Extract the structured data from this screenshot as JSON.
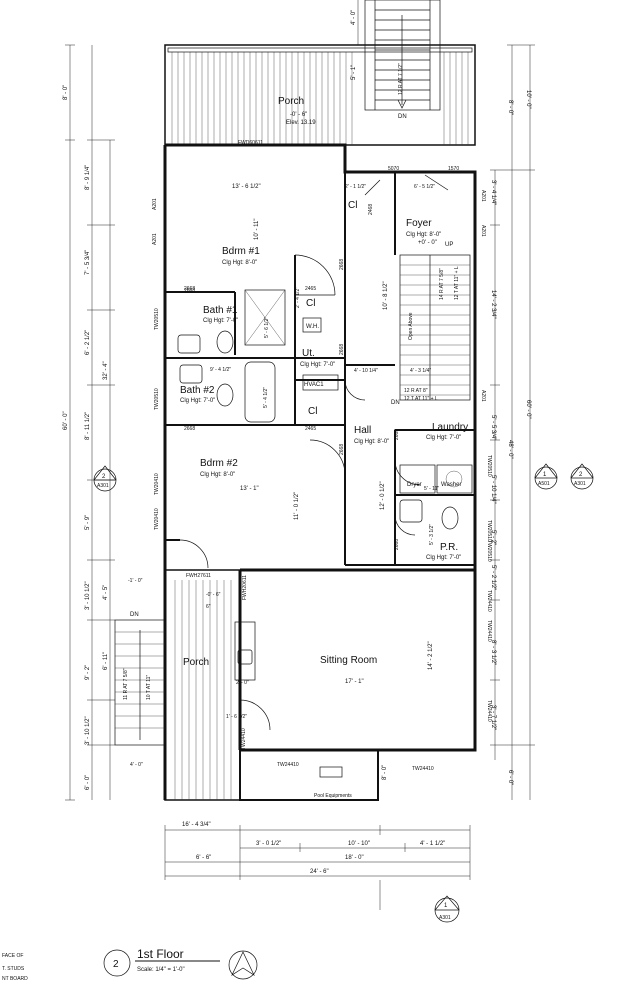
{
  "sheet": {
    "view_number": "2",
    "view_title": "1st Floor",
    "scale": "Scale:  1/4\" = 1'-0\"",
    "notes": [
      "FACE OF",
      "T. STUDS",
      "NT BOARD"
    ],
    "north_arrow": "north-arrow-icon"
  },
  "rooms": {
    "porch_top": {
      "name": "Porch",
      "elev_top": "-0' - 6\"",
      "elev": "Elev. 13.19"
    },
    "bdrm1": {
      "name": "Bdrm #1",
      "clg": "Clg Hgt: 8'-0\""
    },
    "bath1": {
      "name": "Bath #1",
      "clg": "Clg Hgt: 7'-0\""
    },
    "bath2": {
      "name": "Bath #2",
      "clg": "Clg Hgt: 7'-0\""
    },
    "bdrm2": {
      "name": "Bdrm #2",
      "clg": "Clg Hgt: 8'-0\""
    },
    "foyer": {
      "name": "Foyer",
      "clg": "Clg Hgt: 8'-0\"",
      "elev": "+0' - 0\"",
      "up": "UP"
    },
    "hall": {
      "name": "Hall",
      "clg": "Clg Hgt: 8'-0\""
    },
    "laundry": {
      "name": "Laundry",
      "clg": "Clg Hgt: 7'-0\""
    },
    "pr": {
      "name": "P.R.",
      "clg": "Clg Hgt: 7'-0\""
    },
    "ut": {
      "name": "Ut.",
      "clg": "Clg Hgt: 7'-0\""
    },
    "sitting": {
      "name": "Sitting Room"
    },
    "porch_left": {
      "name": "Porch"
    },
    "cl_labels": [
      "Cl",
      "Cl",
      "Cl"
    ],
    "hvac": "HVAC1",
    "wh": "W.H.",
    "dryer": "Dryer",
    "washer": "Washer",
    "open_above": "Open Above",
    "pool_equipments": "Pool Equipments"
  },
  "stairs": {
    "top_run": "12 R AT 7 1/2\"",
    "top_dn": "DN",
    "interior_1": "14 R AT 7 5/8\"",
    "interior_2": "12 T AT 11\" + L",
    "interior_dn": "DN",
    "interior_3": "12 R AT 8\"",
    "interior_4": "12 T AT 11\" + L",
    "left_dn": "DN",
    "left_run": "11 R AT 7 5/8\"",
    "left_run2": "10 T AT 11\""
  },
  "windows": [
    "FWD60611",
    "TW20510",
    "TW20510",
    "TW20410",
    "TW20410",
    "FWH27611",
    "FWH20611",
    "TW24410",
    "TW24410",
    "TW24410",
    "TW24410",
    "TW20510",
    "TW20510",
    "TW20510",
    "TW24410",
    "TW24410",
    "5070",
    "1570"
  ],
  "doors": [
    "2668",
    "2668",
    "2465",
    "2468",
    "2668",
    "2668",
    "2465",
    "2668",
    "2668",
    "2668",
    "2668"
  ],
  "dims": {
    "bdrm1_w": "13' - 6 1/2\"",
    "bdrm1_h": "10' - 11\"",
    "foyer_h": "10' - 8 1/2\"",
    "foyer_a": "2' - 1 1/2\"",
    "foyer_b": "6' - 5 1/2\"",
    "foyer_c": "4' - 10 1/4\"",
    "foyer_d": "4' - 3 1/4\"",
    "bath1": "5' - 6 1/2\"",
    "bath1_b": "2' - 4 1/2\"",
    "bath2": "9' - 4 1/2\"",
    "bath2_h": "5' - 4 1/2\"",
    "bdrm2_w": "13' - 1\"",
    "bdrm2_h": "11' - 0 1/2\"",
    "laundry_w": "5' - 11\"",
    "laundry_h": "12' - 0 1/2\"",
    "pr_h": "5' - 3 1/2\"",
    "sitting_w": "17' - 1\"",
    "sitting_h": "14' - 2 1/2\"",
    "porch_a": "-1' - 0\"",
    "porch_b": "-0' - 6\"",
    "porch_c": "6\"",
    "porch_d": "2' - 0\"",
    "porch_e": "1' - 6 1/2\"",
    "left_4ft": "4' - 0\"",
    "bot_1": "16' - 4 3/4\"",
    "bot_2": "3' - 0 1/2\"",
    "bot_3": "10' - 10\"",
    "bot_4": "4' - 1 1/2\"",
    "bot_5": "6' - 6\"",
    "bot_6": "18' - 0\"",
    "bot_7": "24' - 6\"",
    "bot_8": "8' - 0\"",
    "left_total": "60' - 0\"",
    "left_a": "8' - 0\"",
    "left_b": "8' - 9 1/4\"",
    "left_c": "7' - 5 3/4\"",
    "left_d": "6' - 2 1/2\"",
    "left_e": "32' - 4\"",
    "left_f": "8' - 11 1/2\"",
    "left_g": "5' - 9\"",
    "left_h": "3' - 10 1/2\"",
    "left_i": "4' - 5\"",
    "left_j": "6' - 11\"",
    "left_k": "9' - 2\"",
    "left_l": "3' - 10 1/2\"",
    "left_m": "6' - 0\"",
    "right_a": "10' - 0\"",
    "right_b": "3' - 4 1/4\"",
    "right_c": "14' - 2 3/4\"",
    "right_d": "5' - 5 3/4\"",
    "right_e": "5' - 10 1/4\"",
    "right_f": "5' - 2\"",
    "right_g": "5' - 2 1/2\"",
    "right_h": "8' - 3 1/2\"",
    "right_i": "3' - 7 1/2\"",
    "right_j": "6' - 0\"",
    "right_total": "60' - 0\"",
    "right_k": "48' - 0\"",
    "top_a": "4' - 0\"",
    "top_b": "5' - 1\"",
    "top_c": "8' - 0\""
  },
  "section_markers": [
    {
      "num": "2",
      "sheet": "A301"
    },
    {
      "num": "1",
      "sheet": "A501"
    },
    {
      "num": "2",
      "sheet": "A301"
    },
    {
      "num": "1",
      "sheet": "A301"
    }
  ],
  "wall_tags": [
    "A201",
    "A201",
    "A201",
    "A201",
    "A201"
  ]
}
